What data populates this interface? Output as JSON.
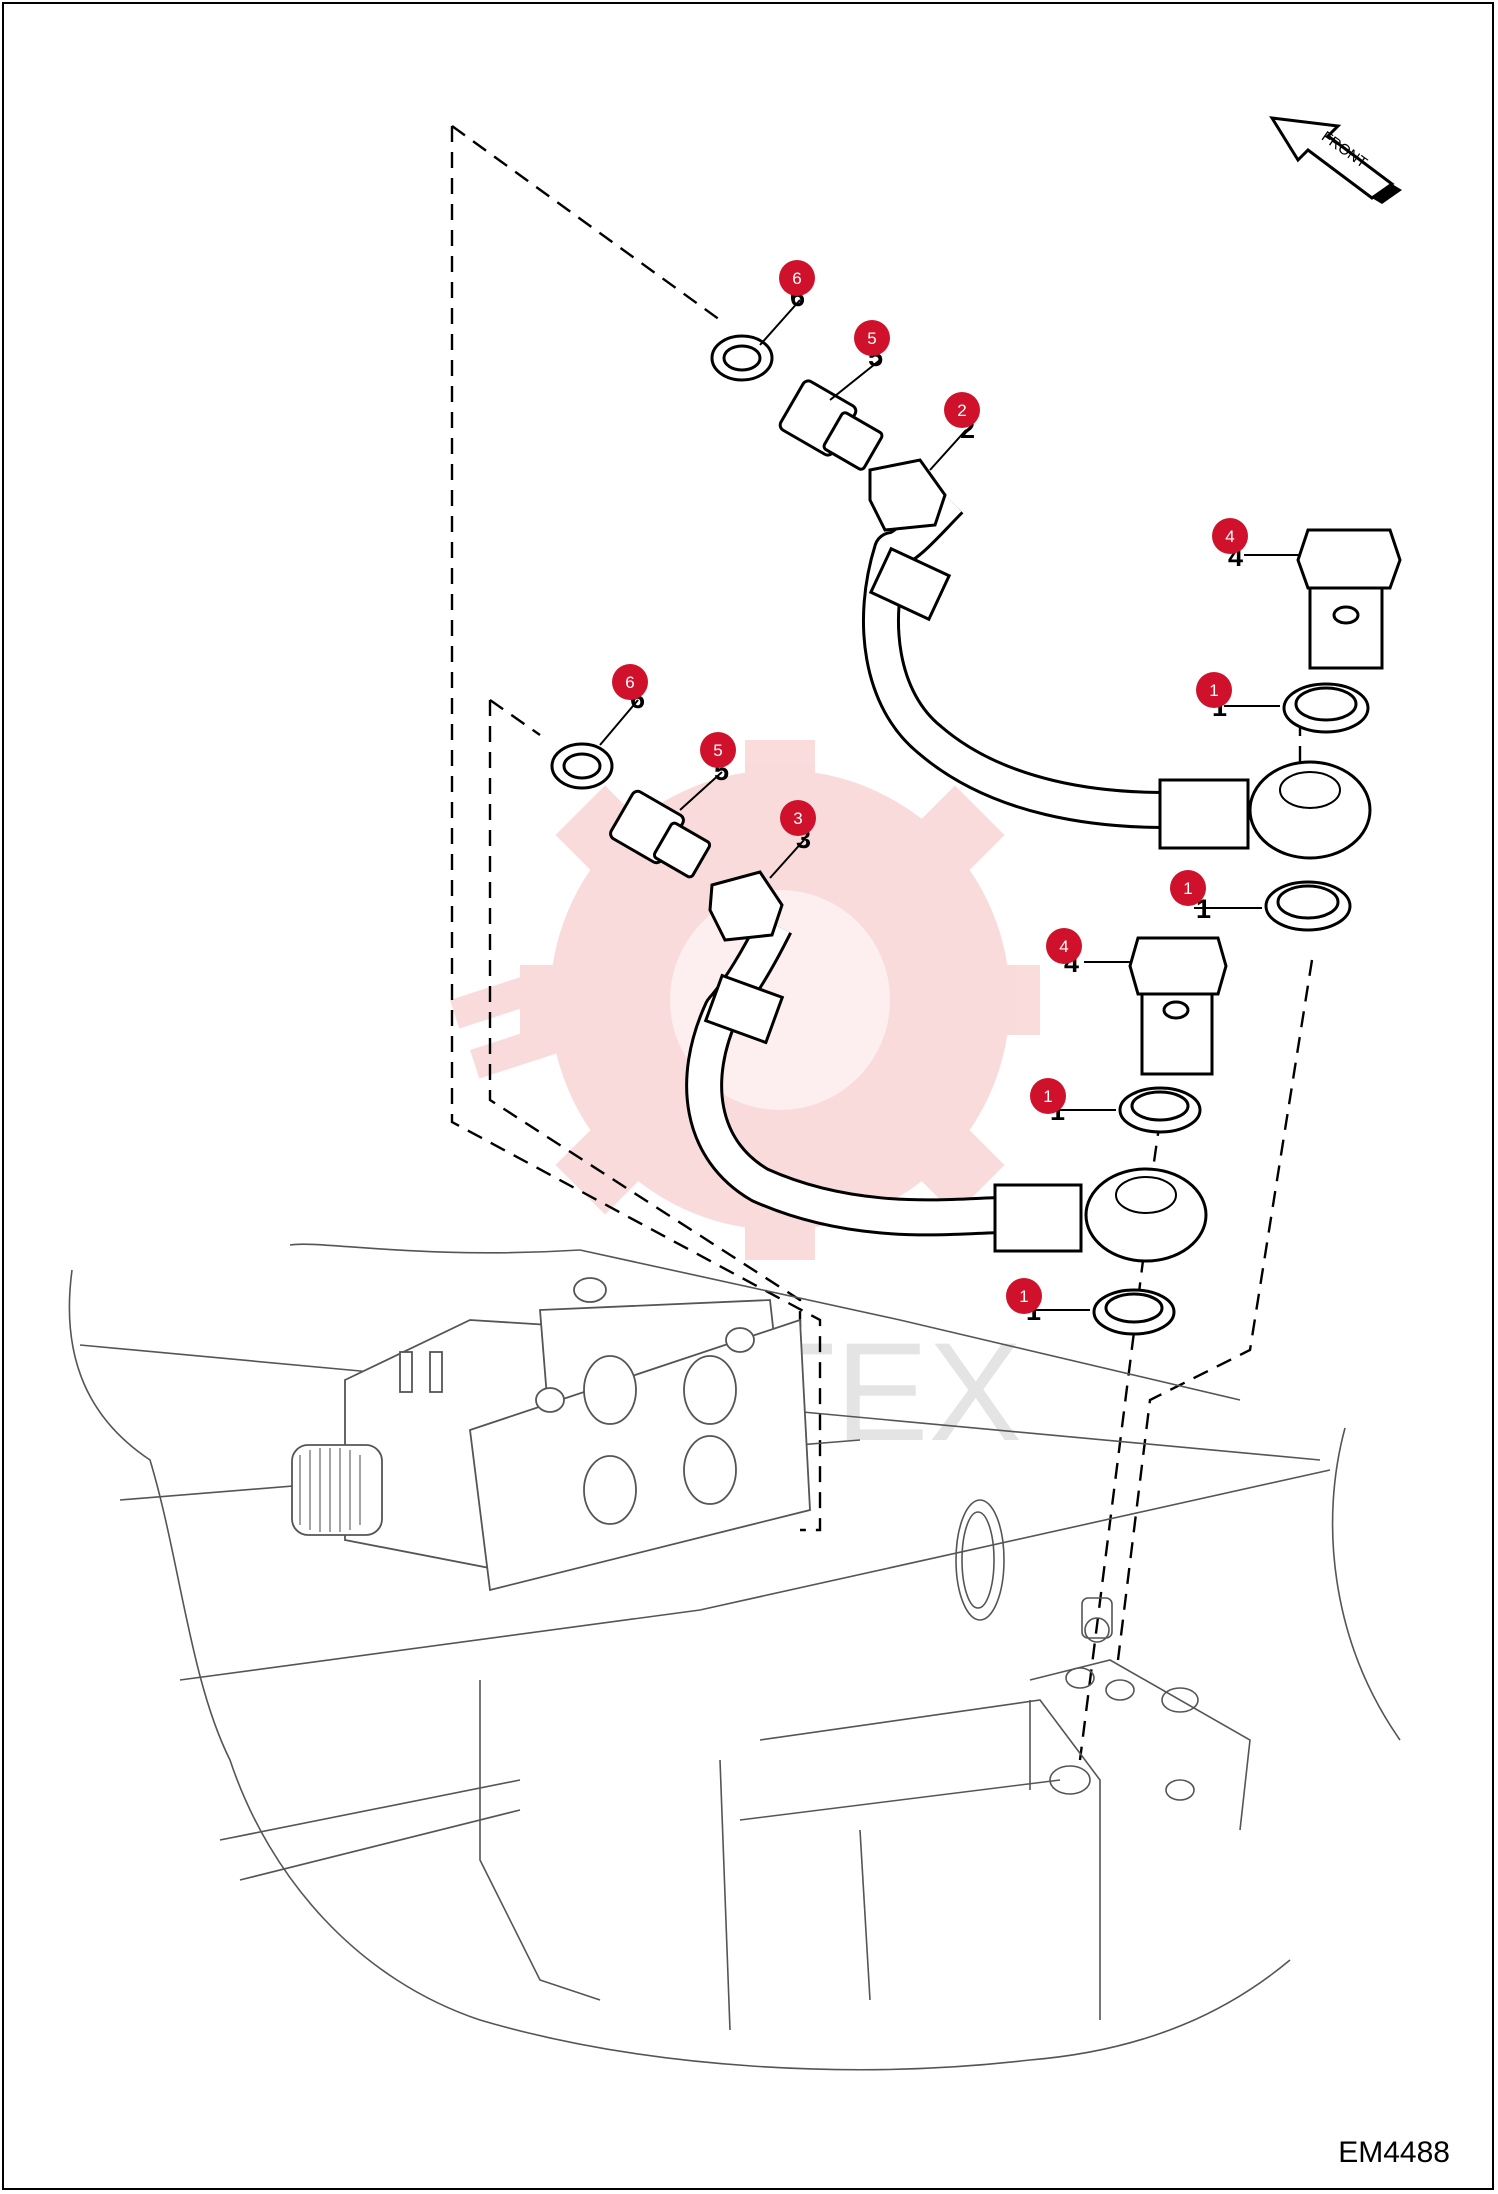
{
  "drawing_code": "EM4488",
  "front_label": "FRONT",
  "watermark_text": "ИНТЕХ",
  "accent_color": "#d0112b",
  "watermark_color": "#f4a6a6",
  "callouts": [
    {
      "id": "callout-6-upper",
      "label": "6"
    },
    {
      "id": "callout-5-upper",
      "label": "5"
    },
    {
      "id": "callout-2",
      "label": "2"
    },
    {
      "id": "callout-4-upper",
      "label": "4"
    },
    {
      "id": "callout-1-a",
      "label": "1"
    },
    {
      "id": "callout-6-lower",
      "label": "6"
    },
    {
      "id": "callout-5-lower",
      "label": "5"
    },
    {
      "id": "callout-3",
      "label": "3"
    },
    {
      "id": "callout-1-b",
      "label": "1"
    },
    {
      "id": "callout-4-lower",
      "label": "4"
    },
    {
      "id": "callout-1-c",
      "label": "1"
    },
    {
      "id": "callout-1-d",
      "label": "1"
    }
  ]
}
